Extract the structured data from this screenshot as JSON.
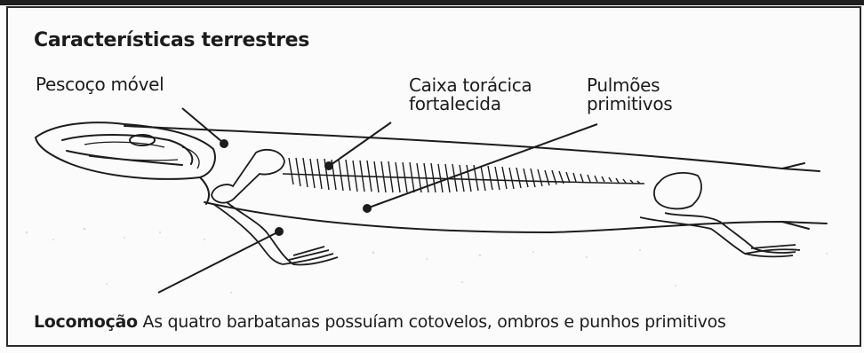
{
  "title": "Características terrestres",
  "labels": {
    "neck": "Pescoço móvel",
    "ribcage_line1": "Caixa torácica",
    "ribcage_line2": "fortalecida",
    "lungs_line1": "Pulmões",
    "lungs_line2": "primitivos"
  },
  "caption": {
    "bold": "Locomoção",
    "text": " As quatro barbatanas possuíam cotovelos, ombros e punhos primitivos"
  },
  "colors": {
    "ink": "#1c1c1c",
    "background": "#fbfbfb"
  }
}
